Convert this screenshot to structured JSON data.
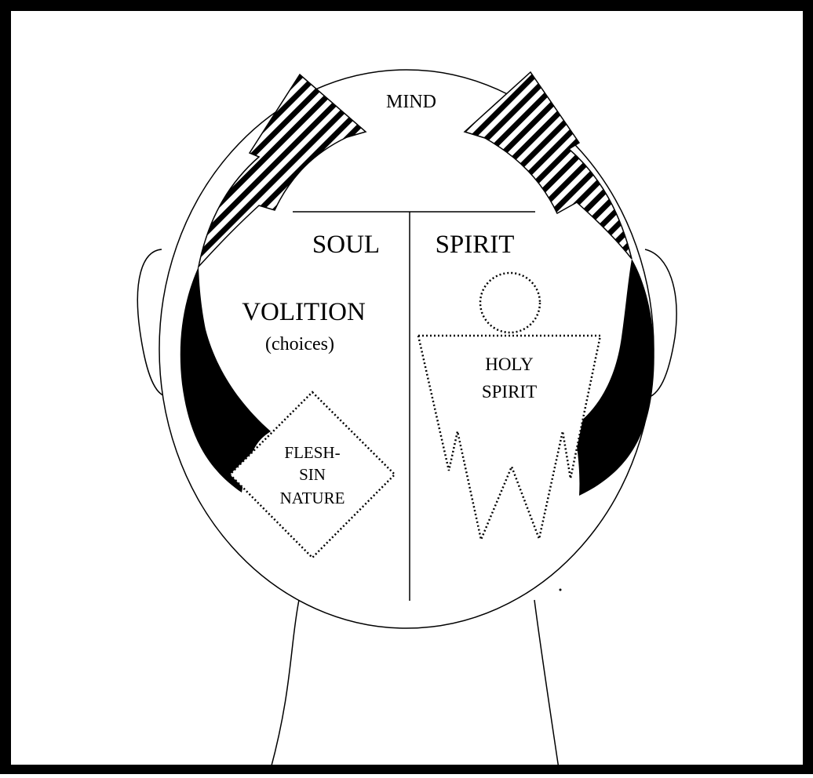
{
  "labels": {
    "mind": "MIND",
    "soul": "SOUL",
    "spirit": "SPIRIT",
    "volition": "VOLITION",
    "choices": "(choices)",
    "holy_spirit_line1": "HOLY",
    "holy_spirit_line2": "SPIRIT",
    "flesh_line1": "FLESH-",
    "flesh_line2": "SIN",
    "flesh_line3": "NATURE"
  },
  "colors": {
    "ink": "#000000",
    "paper": "#ffffff"
  }
}
